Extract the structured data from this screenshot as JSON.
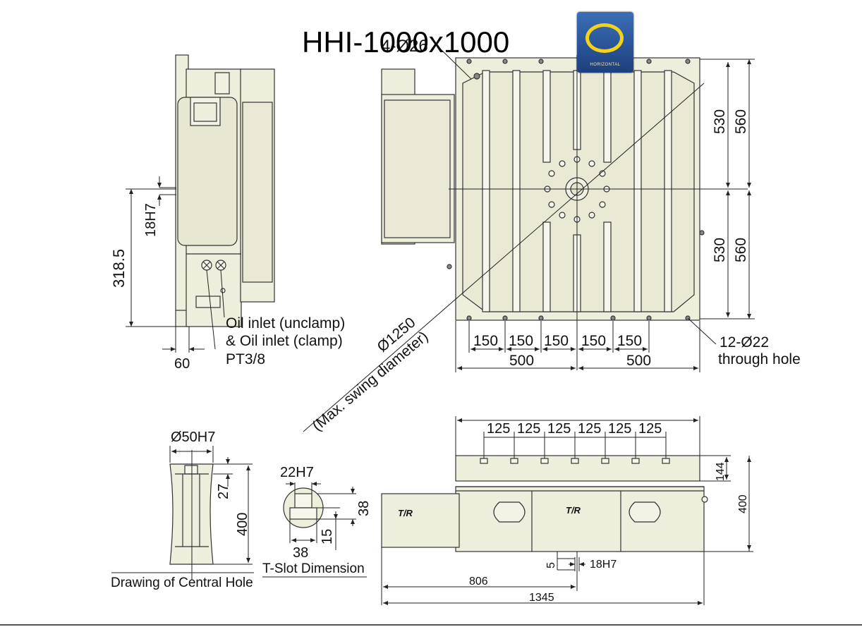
{
  "title": "HHI-1000x1000",
  "badge": {
    "label": "HORIZONTAL",
    "icon": "rotation-arrow-icon",
    "color": "#2a5aa0"
  },
  "colors": {
    "part_fill": "#eeeedd",
    "line": "#333333",
    "dim": "#222222"
  },
  "side_view": {
    "dims": {
      "height_318": "318.5",
      "bore_18h7": "18H7",
      "offset_60": "60"
    },
    "callouts": {
      "oil_1": "Oil inlet (unclamp)",
      "oil_2": "& Oil inlet (clamp)",
      "pt": "PT3/8"
    }
  },
  "top_view": {
    "dims": {
      "d530_upper": "530",
      "d560_upper": "560",
      "d530_lower": "530",
      "d560_lower": "560",
      "pitch": [
        "150",
        "150",
        "150",
        "150",
        "150"
      ],
      "half_left": "500",
      "half_right": "500",
      "corner_hole": "4-Ø26"
    },
    "swing_1": "Ø1250",
    "swing_2": "(Max. swing diameter)",
    "holes_1": "12-Ø22",
    "holes_2": "through hole"
  },
  "central_hole": {
    "bore": "Ø50H7",
    "d27": "27",
    "d400": "400",
    "caption": "Drawing of Central Hole"
  },
  "tslot": {
    "width": "22H7",
    "d38_side": "38",
    "d15": "15",
    "d38_bottom": "38",
    "caption": "T-Slot Dimension"
  },
  "front_view": {
    "pitch": [
      "125",
      "125",
      "125",
      "125",
      "125",
      "125"
    ],
    "d144": "144",
    "d400": "400",
    "d5": "5",
    "d18h7": "18H7",
    "d806": "806",
    "d1345": "1345",
    "logo_text": "T/R"
  }
}
